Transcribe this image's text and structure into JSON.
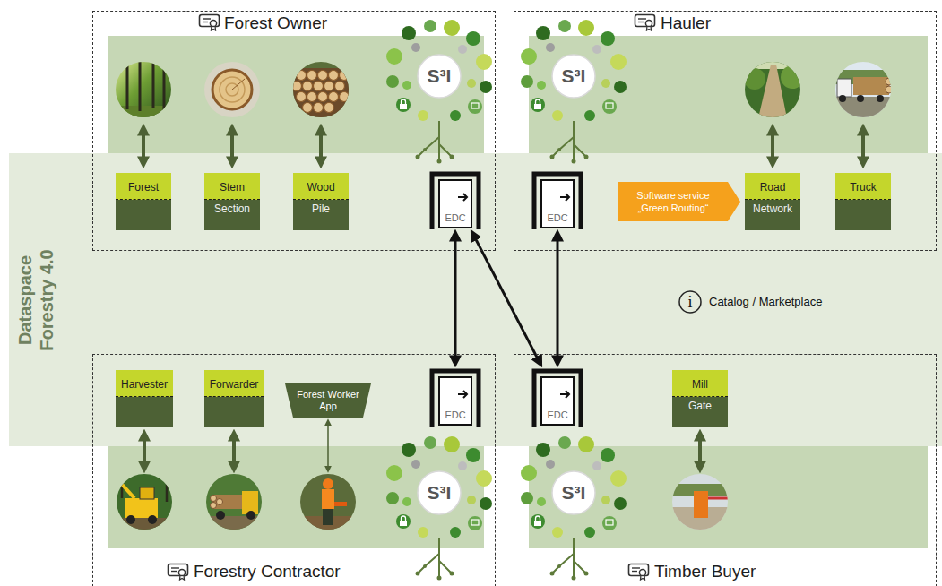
{
  "diagram": {
    "nodes": [
      {
        "text": [
          "Dataspace Forestry 4.0"
        ]
      },
      {
        "text": [
          "Forest Owner"
        ]
      },
      {
        "text": [
          "Forest"
        ],
        "in": 1
      },
      {
        "text": [
          "Stem Section"
        ],
        "in": 1
      },
      {
        "text": [
          "Wood Pile"
        ],
        "in": 1
      },
      {
        "text": [
          "EDC"
        ],
        "in": 1
      },
      {
        "text": [
          "Hauler"
        ]
      },
      {
        "text": [
          "EDC"
        ],
        "in": 6
      },
      {
        "text": [
          "Software service „Green Routing“"
        ],
        "in": 6
      },
      {
        "text": [
          "Road Network"
        ],
        "in": 6
      },
      {
        "text": [
          "Truck"
        ],
        "in": 6
      },
      {
        "text": [
          "Forestry Contractor"
        ]
      },
      {
        "text": [
          "Harvester"
        ],
        "in": 11
      },
      {
        "text": [
          "Forwarder"
        ],
        "in": 11
      },
      {
        "text": [
          "Forest Worker App"
        ],
        "in": 11
      },
      {
        "text": [
          "EDC"
        ],
        "in": 11
      },
      {
        "text": [
          "Timber Buyer"
        ]
      },
      {
        "text": [
          "EDC"
        ],
        "in": 16
      },
      {
        "text": [
          "Mill Gate"
        ],
        "in": 16
      }
    ],
    "edges": [
      {
        "from": 5,
        "to": 15,
        "arrow": "both"
      },
      {
        "from": 5,
        "to": 17,
        "arrow": "both"
      },
      {
        "from": 7,
        "to": 17,
        "arrow": "both"
      }
    ],
    "labels": [
      "S³I",
      "S³I",
      "i",
      "Catalog / Marketplace",
      "S³I",
      "S³I"
    ]
  }
}
